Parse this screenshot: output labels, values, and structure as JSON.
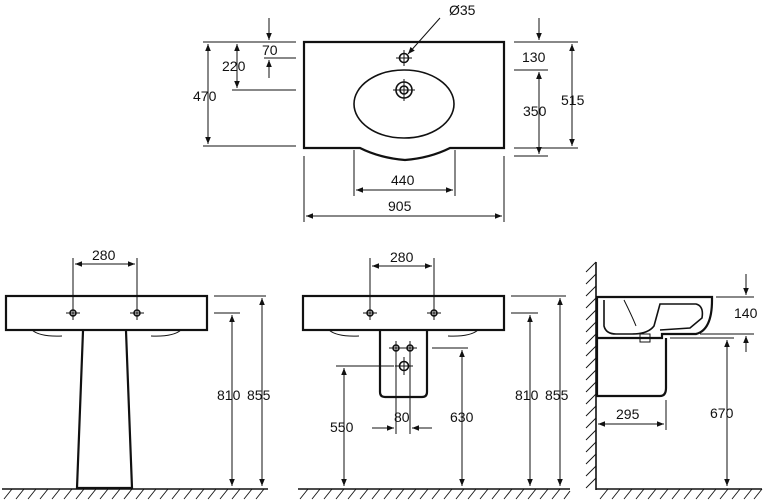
{
  "top_view": {
    "hole_diameter": "Ø35",
    "dim_70": "70",
    "dim_220": "220",
    "dim_470": "470",
    "dim_130": "130",
    "dim_350": "350",
    "dim_515": "515",
    "dim_440": "440",
    "dim_905": "905"
  },
  "front_pedestal": {
    "dim_280": "280",
    "dim_810": "810",
    "dim_855": "855"
  },
  "front_semi_pedestal": {
    "dim_280": "280",
    "dim_810": "810",
    "dim_855": "855",
    "dim_550": "550",
    "dim_80": "80",
    "dim_630": "630"
  },
  "side_view": {
    "dim_140": "140",
    "dim_295": "295",
    "dim_670": "670"
  }
}
